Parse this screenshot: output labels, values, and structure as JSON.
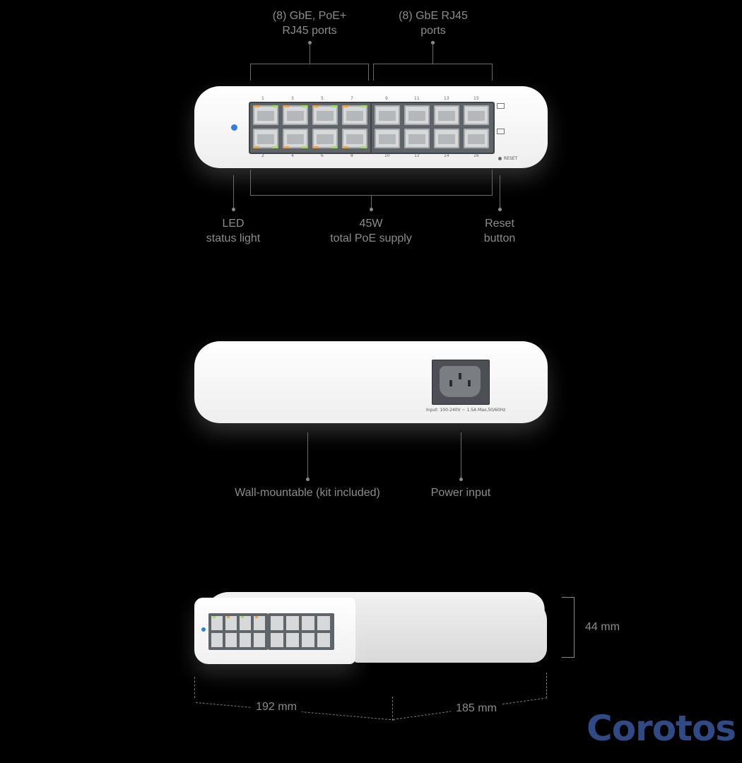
{
  "top_view": {
    "callout_poe_ports": "(8) GbE, PoE+\nRJ45 ports",
    "callout_poe_ports_l1": "(8) GbE, PoE+",
    "callout_poe_ports_l2": "RJ45 ports",
    "callout_gbe_ports_l1": "(8) GbE RJ45",
    "callout_gbe_ports_l2": "ports",
    "callout_led_l1": "LED",
    "callout_led_l2": "status light",
    "callout_poe_supply_l1": "45W",
    "callout_poe_supply_l2": "total PoE supply",
    "callout_reset_l1": "Reset",
    "callout_reset_l2": "button",
    "port_numbers_top": [
      "1",
      "3",
      "5",
      "7",
      "9",
      "11",
      "13",
      "15"
    ],
    "port_numbers_bottom": [
      "2",
      "4",
      "6",
      "8",
      "10",
      "12",
      "14",
      "16"
    ],
    "reset_label": "RESET"
  },
  "rear_view": {
    "power_spec": "Input: 100-240V ~ 1.5A Max,50/60Hz",
    "callout_wall_mount": "Wall-mountable (kit included)",
    "callout_power_input": "Power input"
  },
  "dimensions": {
    "height": "44 mm",
    "width": "192 mm",
    "depth": "185 mm"
  },
  "brand": "Corotos",
  "colors": {
    "background": "#000000",
    "callout_text": "#8c8c8c",
    "brand": "#2f4a85",
    "status_led": "#2f7fe0"
  }
}
